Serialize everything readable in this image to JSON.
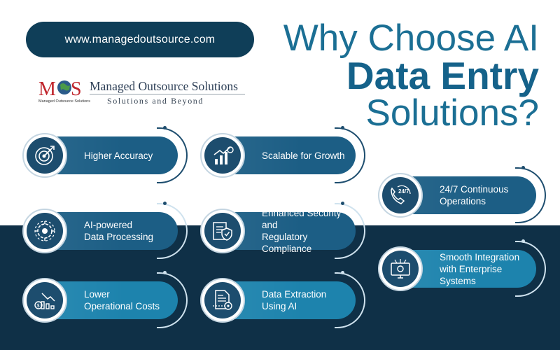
{
  "url": "www.managedoutsource.com",
  "logo": {
    "name": "Managed Outsource Solutions",
    "tagline": "Solutions and Beyond",
    "sub": "Managed Outsource Solutions",
    "mark_letters": [
      "M",
      "S"
    ]
  },
  "headline": {
    "line1": "Why Choose AI",
    "line2": "Data Entry",
    "line3": "Solutions?"
  },
  "features": [
    {
      "line1": "Higher Accuracy",
      "line2": "",
      "icon": "target-icon"
    },
    {
      "line1": "Scalable for Growth",
      "line2": "",
      "icon": "growth-chart-icon"
    },
    {
      "line1": "24/7 Continuous",
      "line2": "Operations",
      "icon": "phone-24-7-icon"
    },
    {
      "line1": "AI-powered",
      "line2": "Data Processing",
      "icon": "ai-gear-icon"
    },
    {
      "line1": "Enhanced Security and",
      "line2": "Regulatory Compliance",
      "icon": "security-document-icon"
    },
    {
      "line1": "Smooth Integration",
      "line2": "with Enterprise Systems",
      "icon": "integration-monitor-icon"
    },
    {
      "line1": "Lower",
      "line2": "Operational Costs",
      "icon": "cost-reduction-icon"
    },
    {
      "line1": "Data Extraction",
      "line2": "Using AI",
      "icon": "document-extraction-icon"
    }
  ],
  "colors": {
    "dark_navy": "#0f3047",
    "bar_blue": "#1c5e85",
    "headline_blue": "#1b6f94",
    "logo_red": "#c0262d"
  }
}
